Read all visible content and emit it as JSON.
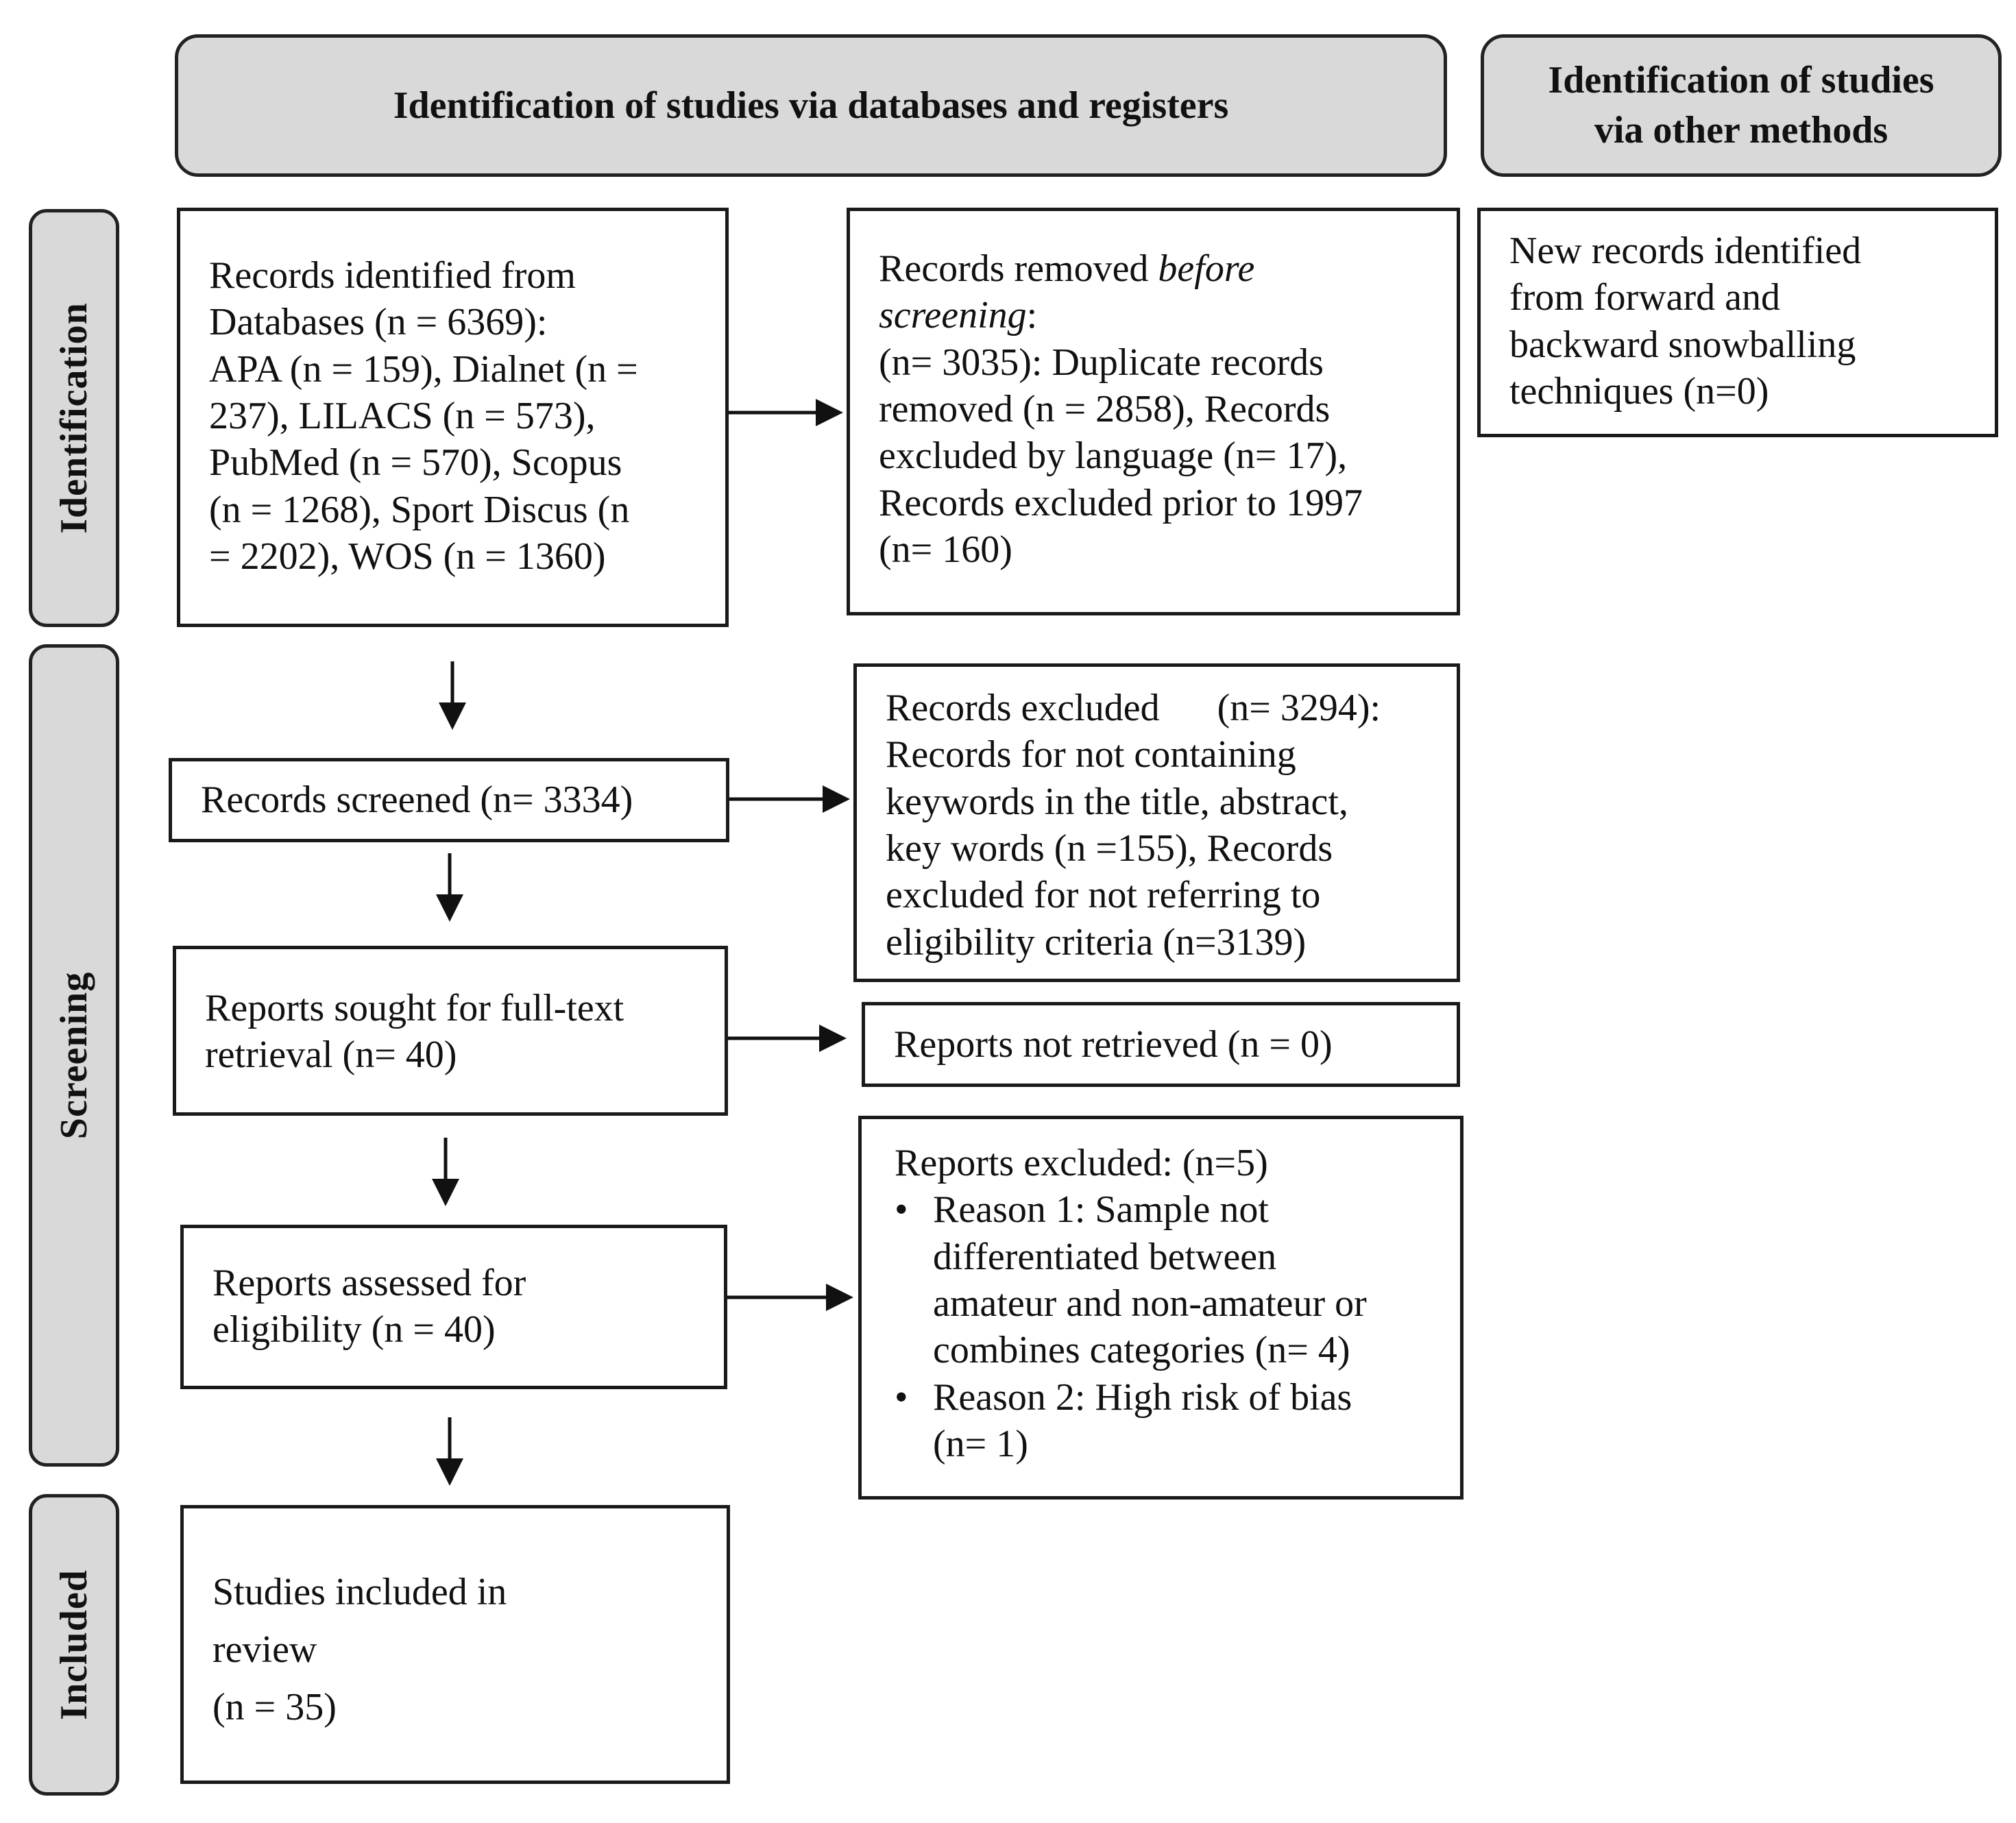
{
  "headers": {
    "databases": "Identification of studies via databases and registers",
    "other_methods_lines": [
      "Identification of studies",
      "via other methods"
    ]
  },
  "stages": {
    "identification": "Identification",
    "screening": "Screening",
    "included": "Included"
  },
  "boxes": {
    "records_identified": [
      "Records identified from",
      "Databases (n = 6369):",
      "APA (n = 159), Dialnet (n =",
      "237), LILACS (n = 573),",
      "PubMed (n = 570), Scopus",
      "(n = 1268), Sport Discus (n",
      "= 2202), WOS (n = 1360)"
    ],
    "records_removed": {
      "prefix": "Records removed ",
      "italic1": "before",
      "italic2": "screening",
      "suffix": ":",
      "lines": [
        "(n= 3035): Duplicate records",
        "removed (n = 2858), Records",
        "excluded by language (n= 17),",
        "Records excluded prior to 1997",
        "(n= 160)"
      ]
    },
    "new_records": [
      "New records identified",
      "from forward and",
      "backward snowballing",
      "techniques (n=0)"
    ],
    "records_screened": "Records screened (n= 3334)",
    "records_excluded": [
      "Records excluded      (n= 3294):",
      "Records for not containing",
      "keywords in the title, abstract,",
      "key words (n =155), Records",
      "excluded for not referring to",
      "eligibility criteria (n=3139)"
    ],
    "reports_sought": [
      "Reports sought for full-text",
      "retrieval (n= 40)"
    ],
    "reports_not_retrieved": "Reports not retrieved (n = 0)",
    "reports_assessed": [
      "Reports assessed for",
      "eligibility (n = 40)"
    ],
    "reports_excluded": {
      "title": "Reports excluded: (n=5)",
      "bullet": "•",
      "reason1": [
        "Reason 1: Sample not",
        "differentiated between",
        "amateur and non-amateur or",
        "combines categories (n= 4)"
      ],
      "reason2": [
        "Reason 2: High risk of bias",
        "(n= 1)"
      ]
    },
    "studies_included": [
      "Studies included in",
      "review",
      "(n = 35)"
    ]
  }
}
